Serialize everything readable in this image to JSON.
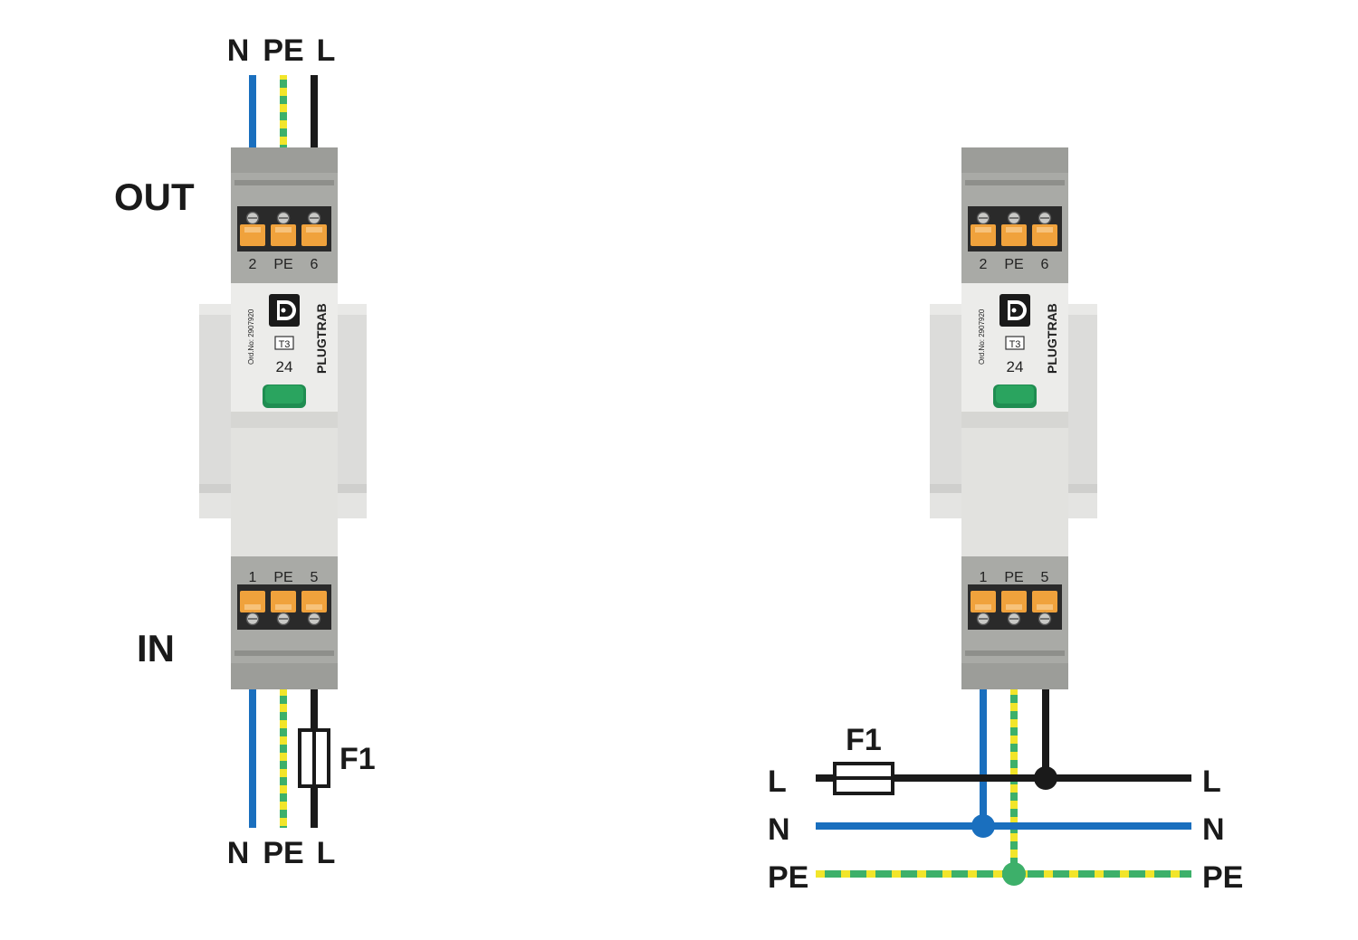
{
  "left_wiring": {
    "top_labels": {
      "n": "N",
      "pe": "PE",
      "l": "L"
    },
    "bottom_labels": {
      "n": "N",
      "pe": "PE",
      "l": "L"
    },
    "out_label": "OUT",
    "in_label": "IN",
    "fuse_label": "F1"
  },
  "right_wiring": {
    "fuse_label": "F1",
    "left_labels": {
      "l": "L",
      "n": "N",
      "pe": "PE"
    },
    "right_labels": {
      "l": "L",
      "n": "N",
      "pe": "PE"
    }
  },
  "device": {
    "top_terminals": [
      "2",
      "PE",
      "6"
    ],
    "bottom_terminals": [
      "1",
      "PE",
      "5"
    ],
    "order_no": "Ord.No: 2907920",
    "brand": "PLUGTRAB",
    "type_badge": "T3",
    "voltage": "24"
  },
  "colors": {
    "neutral_wire": "#1a6fbe",
    "line_wire": "#1a1a1a",
    "pe_green": "#3db06a",
    "pe_yellow": "#f2e52a",
    "terminal_orange": "#f0a23c",
    "led_green": "#2aa45f",
    "housing_gray": "#a9aaa6",
    "body_light": "#e9e9e6"
  }
}
